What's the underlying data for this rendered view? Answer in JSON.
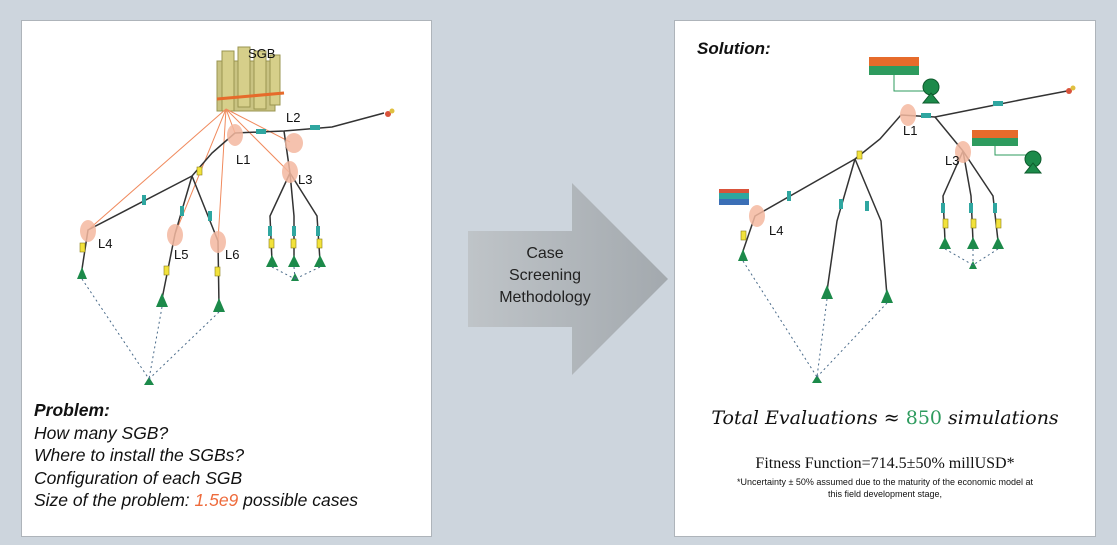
{
  "left": {
    "sgb_label": "SGB",
    "nodes": [
      "L1",
      "L2",
      "L3",
      "L4",
      "L5",
      "L6"
    ],
    "problem_title": "Problem:",
    "problem_lines": [
      "How many  SGB?",
      "Where to install the SGBs?",
      "Configuration of each SGB"
    ],
    "size_prefix": "Size of the problem: ",
    "size_value": "1.5e9",
    "size_suffix": " possible cases"
  },
  "arrow": {
    "lines": [
      "Case",
      "Screening",
      "Methodology"
    ]
  },
  "right": {
    "title": "Solution:",
    "nodes": [
      "L1",
      "L3",
      "L4"
    ],
    "evals_prefix": "Total Evaluations ≈ ",
    "evals_number": "850",
    "evals_suffix": " simulations",
    "fitness": "Fitness Function=714.5±50% millUSD*",
    "note_line1": "*Uncertainty ± 50% assumed due to the maturity of the economic model at",
    "note_line2": "this field development stage,"
  },
  "colors": {
    "highlight": "#ee6b3c",
    "node": "#f4b8a0",
    "accent_green": "#2e9b5e",
    "equipment": "#1c8a4a"
  }
}
